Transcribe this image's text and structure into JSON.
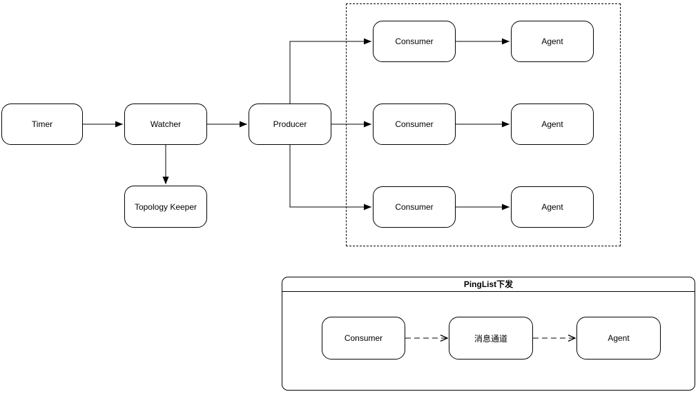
{
  "main_flow": {
    "nodes": {
      "timer": "Timer",
      "watcher": "Watcher",
      "topology_keeper": "Topology Keeper",
      "producer": "Producer",
      "consumer_1": "Consumer",
      "agent_1": "Agent",
      "consumer_2": "Consumer",
      "agent_2": "Agent",
      "consumer_3": "Consumer",
      "agent_3": "Agent"
    }
  },
  "pinglist_group": {
    "title": "PingList下发",
    "nodes": {
      "consumer": "Consumer",
      "message_channel": "消息通道",
      "agent": "Agent"
    }
  },
  "edges": [
    {
      "from": "Timer",
      "to": "Watcher",
      "style": "solid"
    },
    {
      "from": "Watcher",
      "to": "Producer",
      "style": "solid"
    },
    {
      "from": "Watcher",
      "to": "Topology Keeper",
      "style": "solid"
    },
    {
      "from": "Producer",
      "to": "Consumer (top)",
      "style": "solid"
    },
    {
      "from": "Producer",
      "to": "Consumer (middle)",
      "style": "solid"
    },
    {
      "from": "Producer",
      "to": "Consumer (bottom)",
      "style": "solid"
    },
    {
      "from": "Consumer (top)",
      "to": "Agent (top)",
      "style": "solid"
    },
    {
      "from": "Consumer (middle)",
      "to": "Agent (middle)",
      "style": "solid"
    },
    {
      "from": "Consumer (bottom)",
      "to": "Agent (bottom)",
      "style": "solid"
    },
    {
      "from": "Consumer",
      "to": "消息通道",
      "style": "dashed"
    },
    {
      "from": "消息通道",
      "to": "Agent",
      "style": "dashed"
    }
  ],
  "colors": {
    "stroke": "#000000",
    "background": "#ffffff"
  }
}
